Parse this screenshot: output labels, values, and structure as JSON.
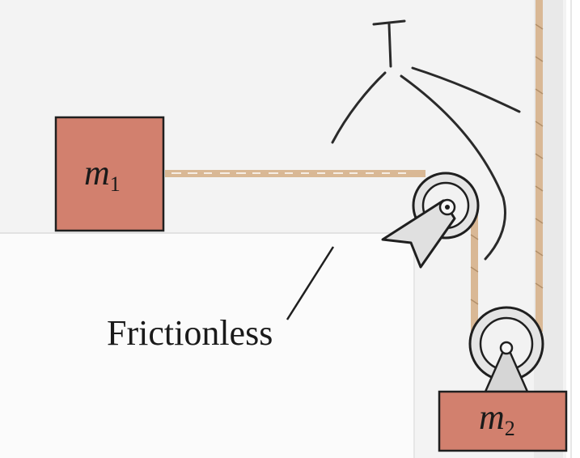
{
  "diagram": {
    "mass1_symbol": "m",
    "mass1_subscript": "1",
    "mass2_symbol": "m",
    "mass2_subscript": "2",
    "surface_label": "Frictionless",
    "tension_label": "T",
    "colors": {
      "block": "#d2806e",
      "rope": "#d9b895",
      "table": "#fbfbfb",
      "pulley": "#e4e4e4",
      "outline": "#1f1f1f",
      "ink": "#202020"
    }
  }
}
